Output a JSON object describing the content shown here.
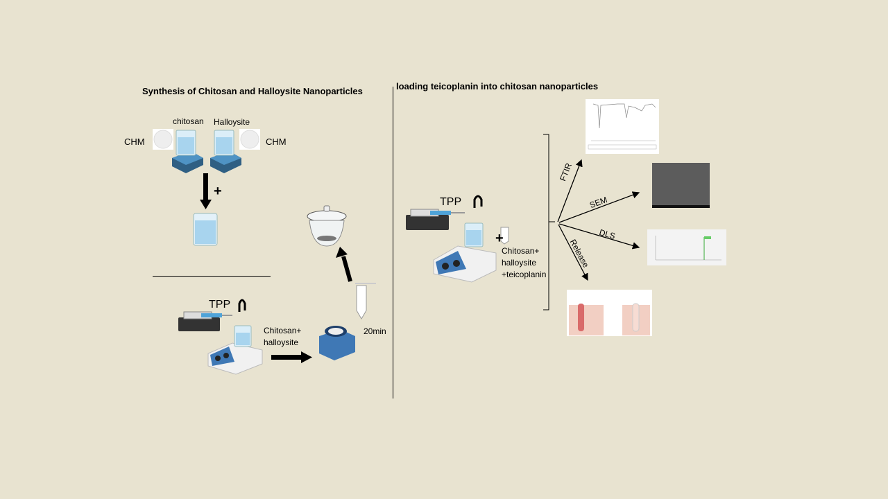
{
  "left": {
    "title": "Synthesis of Chitosan and Halloysite Nanoparticles",
    "chitosan_label": "chitosan",
    "halloysite_label": "Halloysite",
    "chm_left": "CHM",
    "chm_right": "CHM",
    "plus": "+",
    "tpp": "TPP",
    "mix_line1": "Chitosan+",
    "mix_line2": "halloysite",
    "time": "20min"
  },
  "right": {
    "title": "loading teicoplanin into chitosan nanoparticles",
    "tpp": "TPP",
    "plus": "+",
    "mix_line1": "Chitosan+",
    "mix_line2": "halloysite",
    "mix_line3": "+teicoplanin",
    "branches": [
      "FTIR",
      "SEM",
      "DLS",
      "Release"
    ]
  },
  "colors": {
    "background": "#e8e3d0",
    "liquid": "#a8d4ee",
    "stirrer": "#3a6f96"
  }
}
